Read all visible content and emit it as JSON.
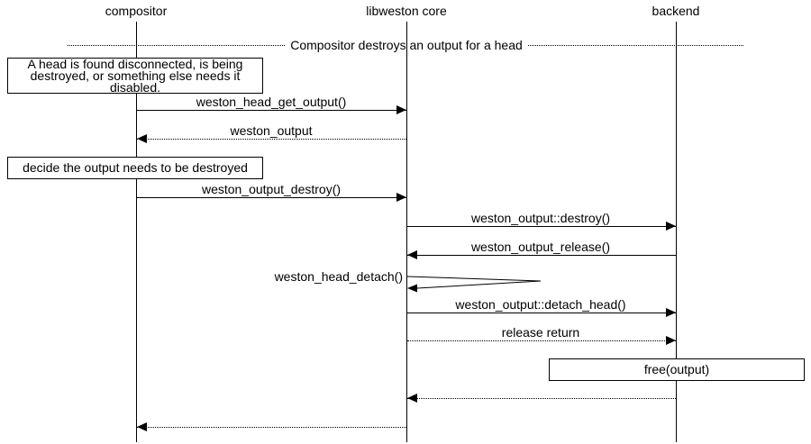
{
  "colors": {
    "foreground": "#000000",
    "background": "#ffffff"
  },
  "diagram": {
    "type": "sequence-diagram",
    "title": "Compositor destroys an output for a head",
    "actors": [
      {
        "name": "compositor"
      },
      {
        "name": "libweston core"
      },
      {
        "name": "backend"
      }
    ],
    "notes": [
      {
        "text": "A head is found disconnected, is being destroyed, or something else needs it disabled.",
        "actor": "compositor"
      },
      {
        "text": "decide the output needs to be destroyed",
        "actor": "compositor"
      },
      {
        "text": "free(output)",
        "actor": "backend"
      }
    ],
    "messages": [
      {
        "label": "weston_head_get_output()",
        "from": "compositor",
        "to": "libweston core",
        "style": "solid"
      },
      {
        "label": "weston_output",
        "from": "libweston core",
        "to": "compositor",
        "style": "dotted"
      },
      {
        "label": "weston_output_destroy()",
        "from": "compositor",
        "to": "libweston core",
        "style": "solid"
      },
      {
        "label": "weston_output::destroy()",
        "from": "libweston core",
        "to": "backend",
        "style": "solid"
      },
      {
        "label": "weston_output_release()",
        "from": "backend",
        "to": "libweston core",
        "style": "solid"
      },
      {
        "label": "weston_head_detach()",
        "from": "libweston core",
        "to": "libweston core",
        "style": "self"
      },
      {
        "label": "weston_output::detach_head()",
        "from": "libweston core",
        "to": "backend",
        "style": "solid"
      },
      {
        "label": "release return",
        "from": "libweston core",
        "to": "backend",
        "style": "dotted"
      },
      {
        "label": "",
        "from": "backend",
        "to": "libweston core",
        "style": "dotted"
      },
      {
        "label": "",
        "from": "libweston core",
        "to": "compositor",
        "style": "dotted"
      }
    ]
  }
}
